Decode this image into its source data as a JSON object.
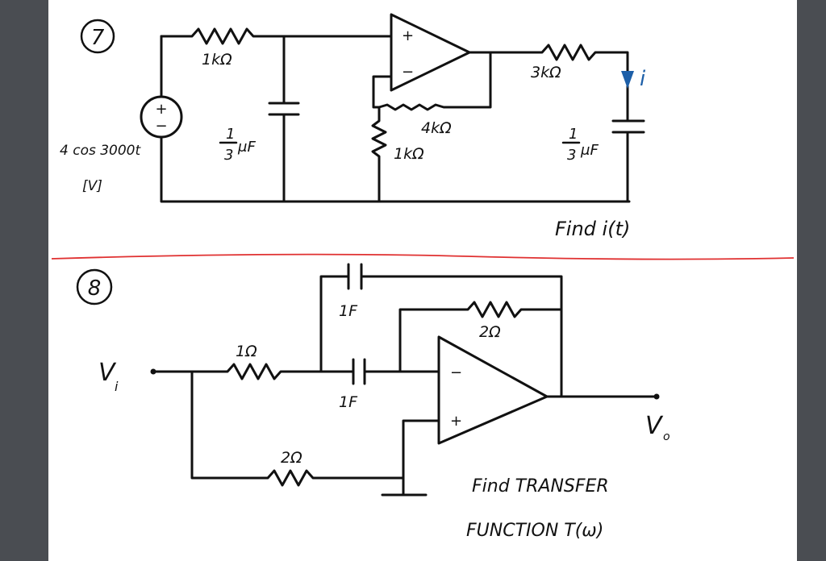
{
  "problem7": {
    "number": "7",
    "r1": "1kΩ",
    "r_out": "3kΩ",
    "r_feedback": "4kΩ",
    "r_ground": "1kΩ",
    "c1_num": "1",
    "c1_den": "3",
    "c1_unit": "μF",
    "c2_num": "1",
    "c2_den": "3",
    "c2_unit": "μF",
    "source": "4 cos 3000t",
    "source_unit": "[V]",
    "source_plus": "+",
    "source_minus": "−",
    "opamp_plus": "+",
    "opamp_minus": "−",
    "current": "i",
    "task": "Find i(t)"
  },
  "problem8": {
    "number": "8",
    "vin": "V",
    "vin_sub": "i",
    "vout": "V",
    "vout_sub": "o",
    "r_in": "1Ω",
    "r_fb": "2Ω",
    "r_bottom": "2Ω",
    "c_top": "1F",
    "c_in": "1F",
    "opamp_minus": "−",
    "opamp_plus": "+",
    "task_line1": "Find TRANSFER",
    "task_line2": "FUNCTION T(ω)"
  },
  "colors": {
    "divider": "#e03131",
    "current_arrow": "#1d5fa8",
    "ink": "#111111"
  }
}
